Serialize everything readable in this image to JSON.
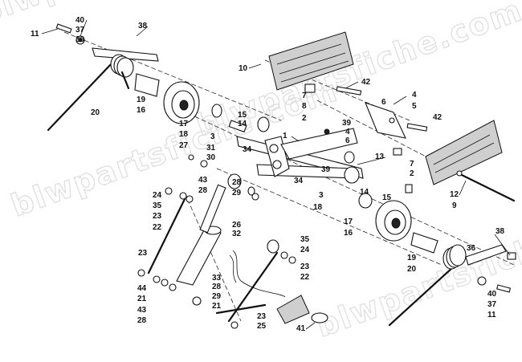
{
  "watermark": {
    "text": "blwpartsfiche.com"
  },
  "callouts": [
    "11",
    "40",
    "37",
    "36",
    "38",
    "20",
    "19",
    "16",
    "10",
    "42",
    "7",
    "8",
    "2",
    "6",
    "4",
    "5",
    "42",
    "15",
    "14",
    "1",
    "39",
    "4",
    "6",
    "17",
    "18",
    "3",
    "31",
    "27",
    "30",
    "34",
    "13",
    "7",
    "2",
    "43",
    "28",
    "24",
    "35",
    "23",
    "22",
    "34",
    "39",
    "3",
    "18",
    "14",
    "15",
    "12",
    "9",
    "28",
    "29",
    "32",
    "26",
    "17",
    "16",
    "38",
    "23",
    "44",
    "21",
    "43",
    "28",
    "33",
    "28",
    "29",
    "21",
    "23",
    "25",
    "41",
    "35",
    "24",
    "23",
    "22",
    "19",
    "20",
    "36",
    "40",
    "37",
    "11"
  ]
}
